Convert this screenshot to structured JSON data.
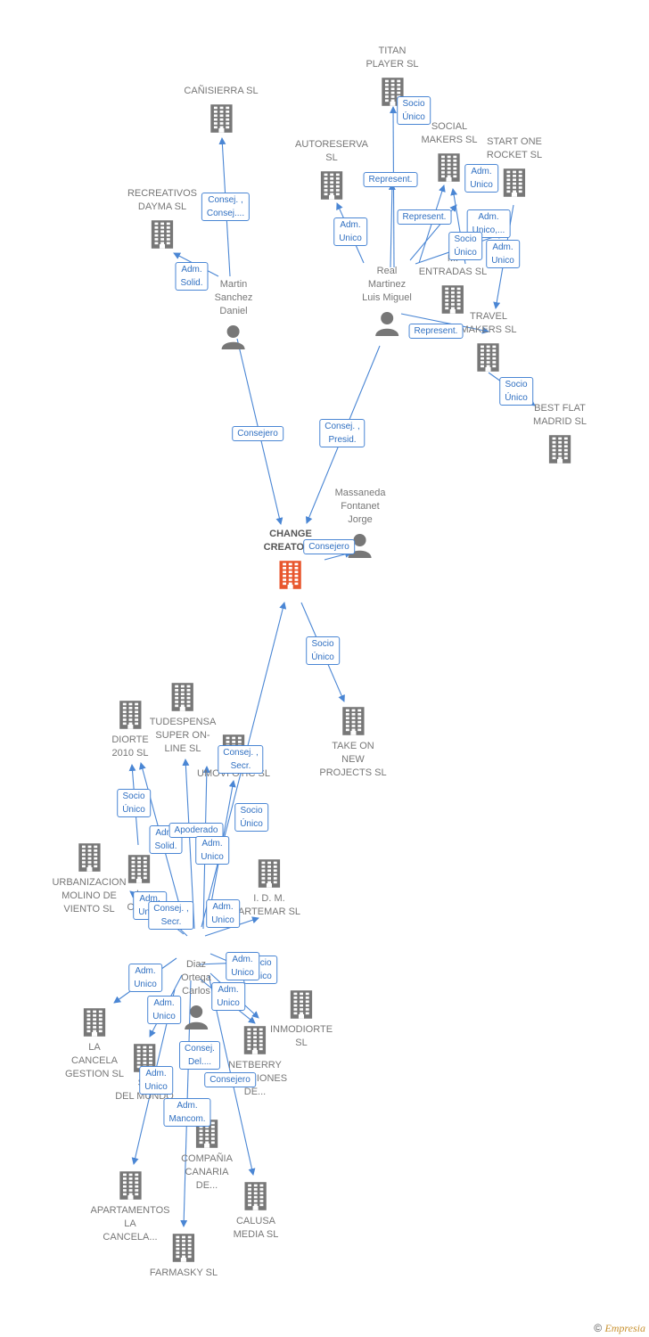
{
  "colors": {
    "edge": "#4a86d4",
    "building": "#777777",
    "center": "#e8572e",
    "person": "#777777"
  },
  "nodes": [
    {
      "id": "cansierra",
      "label": "CAÑISIERRA SL",
      "type": "company"
    },
    {
      "id": "recreativos",
      "label": "RECREATIVOS\nDAYMA SL",
      "type": "company"
    },
    {
      "id": "martin",
      "label": "Martin\nSanchez\nDaniel",
      "type": "person"
    },
    {
      "id": "titan",
      "label": "TITAN\nPLAYER  SL",
      "type": "company"
    },
    {
      "id": "autoreserva",
      "label": "AUTORESERVA\nSL",
      "type": "company"
    },
    {
      "id": "social",
      "label": "SOCIAL\nMAKERS  SL",
      "type": "company"
    },
    {
      "id": "startone",
      "label": "START ONE\nROCKET  SL",
      "type": "company"
    },
    {
      "id": "real",
      "label": "Real\nMartinez\nLuis Miguel",
      "type": "person"
    },
    {
      "id": "mientradas",
      "label": "MI\nENTRADAS  SL",
      "type": "company"
    },
    {
      "id": "travel",
      "label": "TRAVEL\nMAKERS SL",
      "type": "company"
    },
    {
      "id": "bestflat",
      "label": "BEST FLAT\nMADRID  SL",
      "type": "company"
    },
    {
      "id": "massaneda",
      "label": "Massaneda\nFontanet\nJorge",
      "type": "person"
    },
    {
      "id": "change",
      "label": "CHANGE\nCREATORS",
      "type": "center"
    },
    {
      "id": "takeon",
      "label": "TAKE ON\nNEW\nPROJECTS  SL",
      "type": "company"
    },
    {
      "id": "diorte",
      "label": "DIORTE\n2010 SL",
      "type": "company"
    },
    {
      "id": "tudespensa",
      "label": "TUDESPENSA\nSUPER ON-\nLINE SL",
      "type": "company"
    },
    {
      "id": "umovi",
      "label": "UMOVI OTIC SL",
      "type": "company"
    },
    {
      "id": "urbanizacion",
      "label": "URBANIZACION\nMOLINO DE\nVIENTO SL",
      "type": "company"
    },
    {
      "id": "orpi",
      "label": "L\nORPI",
      "type": "company"
    },
    {
      "id": "idm",
      "label": "I. D. M.\nARTEMAR SL",
      "type": "company"
    },
    {
      "id": "diaz",
      "label": "Diaz\nOrtega\nCarlos",
      "type": "person"
    },
    {
      "id": "inmodiorte",
      "label": "INMODIORTE\nSL",
      "type": "company"
    },
    {
      "id": "lacancela",
      "label": "LA\nCANCELA\nGESTION  SL",
      "type": "company"
    },
    {
      "id": "sabor",
      "label": "SA\nDEL MUNDO",
      "type": "company"
    },
    {
      "id": "netberry",
      "label": "NETBERRY\nSOLUCIONES\nDE...",
      "type": "company"
    },
    {
      "id": "compania",
      "label": "COMPAÑIA\nCANARIA\nDE...",
      "type": "company"
    },
    {
      "id": "apartamentos",
      "label": "APARTAMENTOS\nLA\nCANCELA...",
      "type": "company"
    },
    {
      "id": "calusa",
      "label": "CALUSA\nMEDIA  SL",
      "type": "company"
    },
    {
      "id": "farmasky",
      "label": "FARMASKY SL",
      "type": "company"
    }
  ],
  "edges": [
    {
      "id": "e1",
      "label": "Consej. ,\nConsej...."
    },
    {
      "id": "e2",
      "label": "Adm.\nSolid."
    },
    {
      "id": "e3",
      "label": "Consejero"
    },
    {
      "id": "e4",
      "label": "Socio\nÚnico"
    },
    {
      "id": "e5",
      "label": "Represent."
    },
    {
      "id": "e6",
      "label": "Adm.\nUnico"
    },
    {
      "id": "e7",
      "label": "Adm.\nUnico"
    },
    {
      "id": "e8",
      "label": "Represent."
    },
    {
      "id": "e9",
      "label": "Adm.\nUnico,..."
    },
    {
      "id": "e10",
      "label": "Socio\nÚnico"
    },
    {
      "id": "e11",
      "label": "Adm.\nUnico"
    },
    {
      "id": "e12",
      "label": "Represent."
    },
    {
      "id": "e13",
      "label": "Socio\nÚnico"
    },
    {
      "id": "e14",
      "label": "Consej. ,\nPresid."
    },
    {
      "id": "e15",
      "label": "Consejero"
    },
    {
      "id": "e16",
      "label": "Socio\nÚnico"
    },
    {
      "id": "e17",
      "label": "Consej. ,\nSecr."
    },
    {
      "id": "e18",
      "label": "Socio\nÚnico"
    },
    {
      "id": "e19",
      "label": "Adm.\nSolid."
    },
    {
      "id": "e20",
      "label": "Apoderado"
    },
    {
      "id": "e21",
      "label": "Adm.\nUnico"
    },
    {
      "id": "e22",
      "label": "Socio\nÚnico"
    },
    {
      "id": "e23",
      "label": "Adm.\nUnico"
    },
    {
      "id": "e24",
      "label": "Consej. ,\nSecr."
    },
    {
      "id": "e25",
      "label": "Adm.\nUnico"
    },
    {
      "id": "e26",
      "label": "Socio\nÚnico"
    },
    {
      "id": "e27",
      "label": "Adm.\nUnico"
    },
    {
      "id": "e28",
      "label": "Adm.\nUnico"
    },
    {
      "id": "e29",
      "label": "Adm.\nUnico"
    },
    {
      "id": "e30",
      "label": "Adm.\nUnico"
    },
    {
      "id": "e31",
      "label": "Consej.\nDel...."
    },
    {
      "id": "e32",
      "label": "Consejero"
    },
    {
      "id": "e33",
      "label": "Adm.\nUnico"
    },
    {
      "id": "e34",
      "label": "Adm.\nMancom."
    }
  ],
  "footer": {
    "copyright": "©",
    "brand": "Empresia"
  }
}
